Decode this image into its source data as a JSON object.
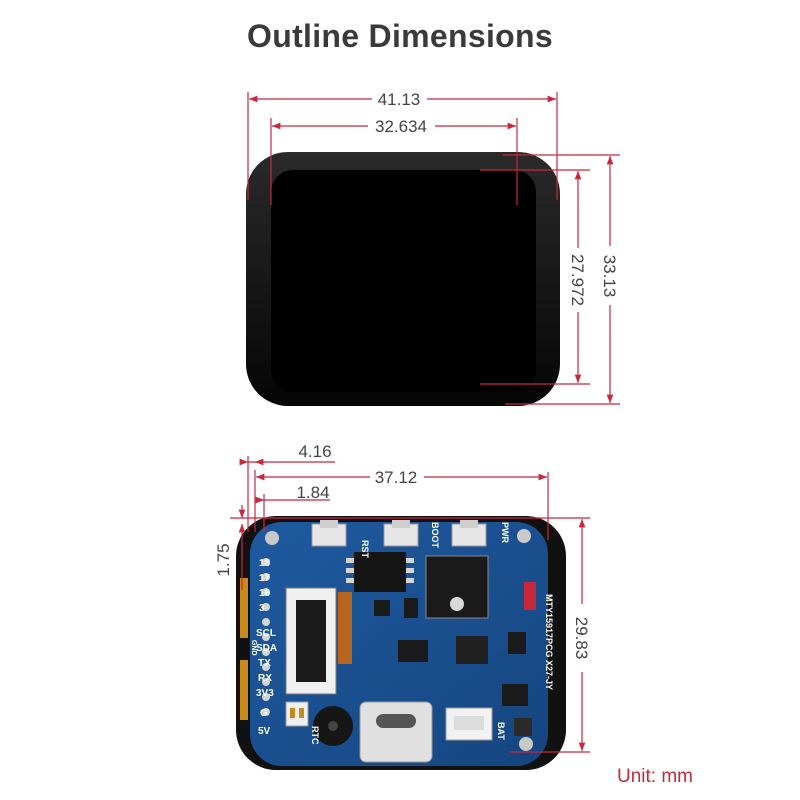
{
  "title": "Outline Dimensions",
  "unit_label": "Unit: mm",
  "colors": {
    "dimension_line": "#c8283c",
    "pcb": "#1b4f8f",
    "bezel": "#111111"
  },
  "top_view": {
    "overall_width": "41.13",
    "screen_width": "32.634",
    "screen_height": "27.972",
    "overall_height": "33.13"
  },
  "bottom_view": {
    "offset_outer": "4.16",
    "offset_inner": "1.84",
    "width": "37.12",
    "corner_offset": "1.75",
    "height": "29.83"
  },
  "board": {
    "pin_labels": [
      "18",
      "17",
      "16",
      "3",
      "SCL",
      "SDA",
      "TX",
      "RX",
      "3V3",
      "G",
      "5V"
    ],
    "button_labels": [
      "RST",
      "BOOT",
      "PWR"
    ],
    "connector_labels": [
      "RTC",
      "BAT"
    ],
    "side_label": "GND",
    "model_label": "MTY15917PCG X27-JY"
  }
}
